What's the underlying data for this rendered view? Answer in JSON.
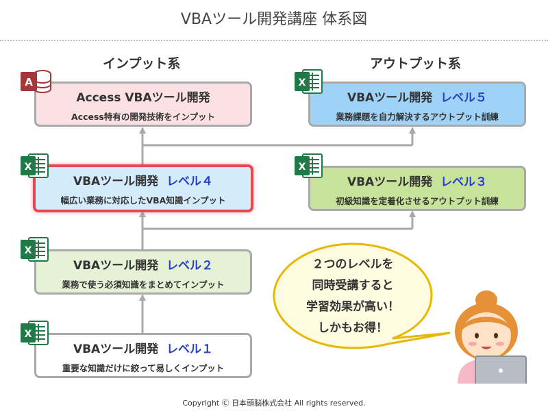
{
  "title": "VBAツール開発講座 体系図",
  "sections": {
    "input": "インプット系",
    "output": "アウトプット系"
  },
  "boxes": {
    "access": {
      "main": "Access VBAツール開発",
      "level": "",
      "sub": "Access特有の開発技術をインプット"
    },
    "level5": {
      "main": "VBAツール開発",
      "level": "レベル５",
      "sub": "業務課題を自力解決するアウトプット訓練"
    },
    "level4": {
      "main": "VBAツール開発",
      "level": "レベル４",
      "sub": "幅広い業務に対応したVBA知識インプット"
    },
    "level3": {
      "main": "VBAツール開発",
      "level": "レベル３",
      "sub": "初級知識を定着化させるアウトプット訓練"
    },
    "level2": {
      "main": "VBAツール開発",
      "level": "レベル２",
      "sub": "業務で使う必須知識をまとめてインプット"
    },
    "level1": {
      "main": "VBAツール開発",
      "level": "レベル１",
      "sub": "重要な知識だけに絞って易しくインプット"
    }
  },
  "bubble": {
    "line1": "２つのレベルを",
    "line2": "同時受講すると",
    "line3": "学習効果が高い！",
    "line4": "しかもお得！"
  },
  "icons": {
    "access": "access-icon",
    "excel": "excel-icon",
    "character": "woman-with-laptop"
  },
  "colors": {
    "level_text": "#2740c8",
    "highlight_border": "#e8474f",
    "connector": "#a9a9a9"
  },
  "copyright": "Copyright Ⓒ 日本頭脳株式会社 All rights reserved."
}
